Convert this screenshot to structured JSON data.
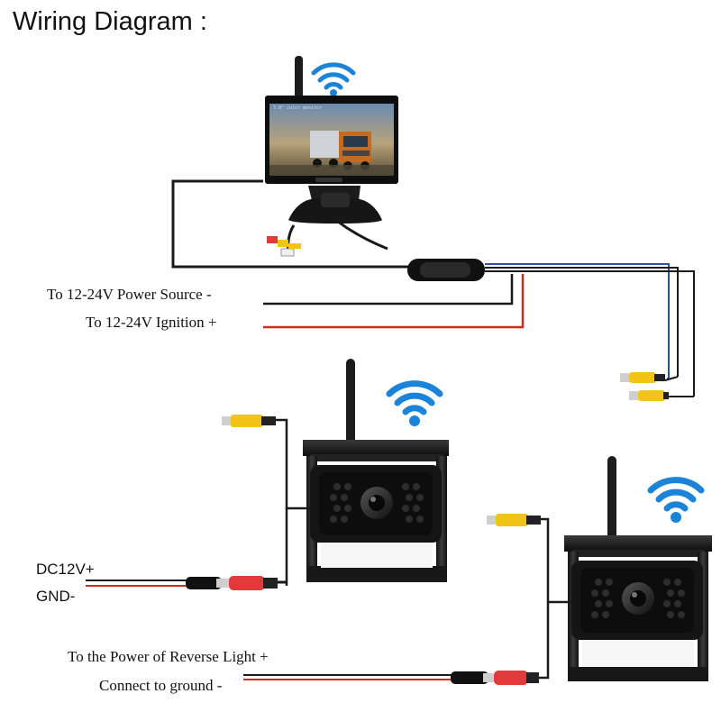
{
  "title": "Wiring Diagram :",
  "monitor": {
    "screen_text": "7.0\" color monitor"
  },
  "power_labels": {
    "power_source": "To 12-24V Power Source -",
    "ignition": "To 12-24V Ignition +"
  },
  "camera1_labels": {
    "dc": "DC12V+",
    "gnd": "GND-"
  },
  "camera2_labels": {
    "reverse": "To the Power of Reverse Light +",
    "ground": "Connect to ground -"
  },
  "colors": {
    "wire_black": "#1a1a1a",
    "wire_red": "#d42a1e",
    "wire_blue": "#2b4fa8",
    "rca_yellow": "#f2c418",
    "rca_red": "#e23a3a",
    "wifi_blue": "#1b84d8",
    "housing": "#151515"
  },
  "icons": [
    "antenna-icon",
    "wifi-icon",
    "rca-connector-icon",
    "camera-icon",
    "monitor-icon"
  ]
}
